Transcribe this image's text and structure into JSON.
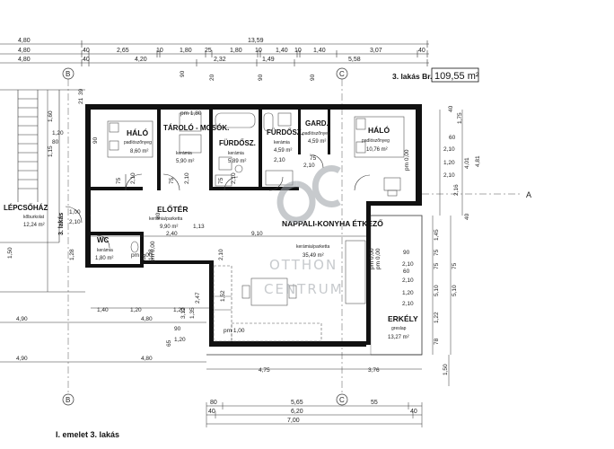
{
  "title": {
    "apartment_label": "3. lakás Br.:",
    "apartment_area": "109,55 m²",
    "floor_caption": "I. emelet 3. lakás"
  },
  "dims": {
    "top_row1": [
      "4,80",
      "13,59"
    ],
    "top_row2": [
      "4,80",
      "40",
      "2,65",
      "10",
      "1,80",
      "25",
      "1,80",
      "10",
      "1,40",
      "10",
      "1,40",
      "3,07",
      "40"
    ],
    "top_row3": [
      "4,80",
      "40",
      "4,20",
      "2,32",
      "1,49",
      "5,58"
    ],
    "bottom": [
      "80",
      "5,65",
      "55",
      "40",
      "6,20",
      "40",
      "7,00"
    ],
    "right": [
      "1,75",
      "40",
      "60",
      "2,10",
      "1,20",
      "2,10",
      "4,01",
      "4,81",
      "2,16",
      "40",
      "90",
      "2,10",
      "60",
      "2,10",
      "1,20",
      "2,10",
      "5,10",
      "5,10",
      "1,22",
      "78",
      "1,50",
      "1,45",
      "75",
      "75",
      "75"
    ],
    "left": [
      "1,60",
      "1,15",
      "1,20",
      "80",
      "1,50",
      "4,90",
      "4,90"
    ],
    "inner": [
      "4,80",
      "4,80",
      "1,40",
      "1,20",
      "1,20",
      "90",
      "1,20",
      "4,75",
      "3,76",
      "2,40",
      "9,10",
      "1,13",
      "1,00",
      "2,10",
      "75",
      "75",
      "2,10",
      "2,10",
      "75",
      "2,10",
      "90",
      "pm 1,80",
      "pm 1,00",
      "pm 0,00",
      "2,47",
      "3,12",
      "1,35",
      "65",
      "1,52",
      "39",
      "21",
      "90",
      "20",
      "90",
      "90",
      "75",
      "2,10",
      "2,10",
      "1,28",
      "1,28",
      "60",
      "80",
      "2,10",
      "pm 0,00",
      "pm 0,00",
      "pm 0,00",
      "pm 0,00"
    ]
  },
  "axes": {
    "B": "B",
    "C": "C",
    "A": "A"
  },
  "rooms": [
    {
      "name": "HÁLÓ",
      "floor": "padlószőnyeg",
      "area": "8,60 m²"
    },
    {
      "name": "TÁROLÓ - MOSÓK.",
      "floor": "kerámia",
      "area": "5,90 m²"
    },
    {
      "name": "FÜRDŐSZ.",
      "floor": "kerámia",
      "area": "5,89 m²"
    },
    {
      "name": "FÜRDŐSZ.",
      "floor": "kerámia",
      "area": "4,59 m²"
    },
    {
      "name": "GARD.",
      "floor": "padlószőnyeg",
      "area": "4,59 m²"
    },
    {
      "name": "HÁLÓ",
      "floor": "padlószőnyeg",
      "area": "10,76 m²"
    },
    {
      "name": "ELŐTÉR",
      "floor": "kerámia/parketta",
      "area": "9,90 m²"
    },
    {
      "name": "WC",
      "floor": "kerámia",
      "area": "1,80 m²"
    },
    {
      "name": "LÉPCSŐHÁZ",
      "floor": "kőburkolat",
      "area": "12,24 m²"
    },
    {
      "name": "NAPPALI-KONYHA ÉTKEZŐ",
      "floor": "kerámia/parketta",
      "area": "35,49 m²"
    },
    {
      "name": "ERKÉLY",
      "floor": "greslap",
      "area": "13,27 m²"
    }
  ],
  "stair_label": "3. lakás",
  "watermark": {
    "line1": "OTTHON",
    "line2": "CENTRUM"
  },
  "colors": {
    "wall": "#111111",
    "thin": "#333333",
    "watermark": "#9aa0a6",
    "furniture": "#555555"
  }
}
